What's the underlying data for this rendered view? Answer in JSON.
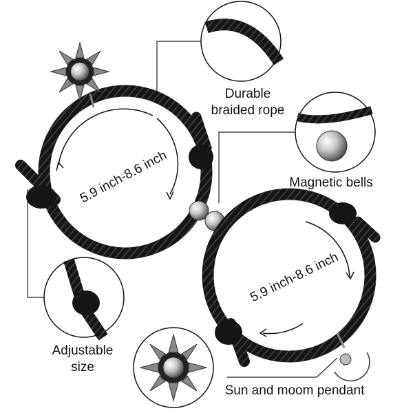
{
  "features": {
    "rope_line1": "Durable",
    "rope_line2": "braided rope",
    "magnet": "Magnetic bells",
    "adjust_line1": "Adjustable",
    "adjust_line2": "size",
    "pendant": "Sun and moom pendant"
  },
  "measurements": {
    "left": "5.9 inch-8.6 inch",
    "right": "5.9 inch-8.6 inch"
  },
  "colors": {
    "rope": "#151515",
    "rope_highlight": "#3a3a3a",
    "metal": "#b9b9b9",
    "line": "#222222"
  },
  "icons": {
    "sun": "sun-pendant-icon",
    "moon": "moon-pendant-icon",
    "magnet": "magnetic-ball-icon"
  }
}
